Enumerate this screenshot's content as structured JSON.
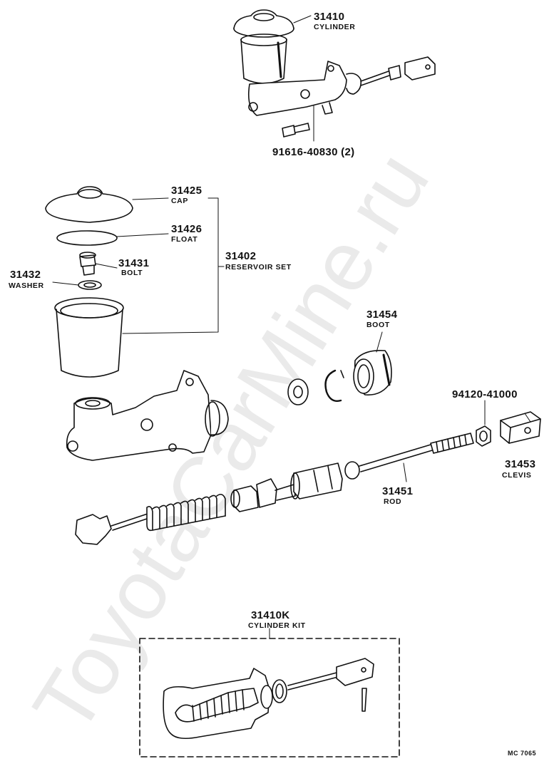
{
  "watermark": "ToyotaCarMine.ru",
  "footer_code": "MC  7065",
  "parts": {
    "p31410": {
      "number": "31410",
      "name": "CYLINDER"
    },
    "p91616": {
      "number": "91616-40830 (2)"
    },
    "p31425": {
      "number": "31425",
      "name": "CAP"
    },
    "p31426": {
      "number": "31426",
      "name": "FLOAT"
    },
    "p31431": {
      "number": "31431",
      "name": "BOLT"
    },
    "p31432": {
      "number": "31432",
      "name": "WASHER"
    },
    "p31402": {
      "number": "31402",
      "name": "RESERVOIR SET"
    },
    "p31454": {
      "number": "31454",
      "name": "BOOT"
    },
    "p94120": {
      "number": "94120-41000"
    },
    "p31453": {
      "number": "31453",
      "name": "CLEVIS"
    },
    "p31451": {
      "number": "31451",
      "name": "ROD"
    },
    "p31410K": {
      "number": "31410K",
      "name": "CYLINDER KIT"
    }
  }
}
